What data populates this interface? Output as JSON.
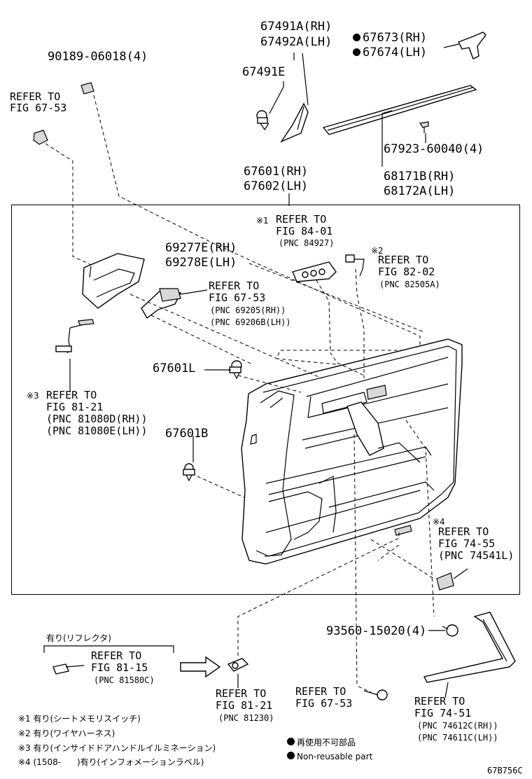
{
  "labels": {
    "p67491A": "67491A(RH)",
    "p67492A": "67492A(LH)",
    "p67491E": "67491E",
    "p67673": "67673(RH)",
    "p67674": "67674(LH)",
    "p90189": "90189-06018(4)",
    "ref6753_top_1": "REFER TO",
    "ref6753_top_2": "FIG 67-53",
    "p67923": "67923-60040(4)",
    "p68171B": "68171B(RH)",
    "p68172A": "68172A(LH)",
    "p67601": "67601(RH)",
    "p67602": "67602(LH)",
    "ref8401_mark": "※1",
    "ref8401_1": "REFER TO",
    "ref8401_2": "FIG 84-01",
    "ref8401_3": "(PNC 84927)",
    "ref8202_mark": "※2",
    "ref8202_1": "REFER TO",
    "ref8202_2": "FIG 82-02",
    "ref8202_3": "(PNC 82505A)",
    "p69277E": "69277E(RH)",
    "p69278E": "69278E(LH)",
    "ref6753_mid_1": "REFER TO",
    "ref6753_mid_2": "FIG 67-53",
    "ref6753_mid_3": "(PNC 69205(RH))",
    "ref6753_mid_4": "(PNC 69206B(LH))",
    "p67601L": "67601L",
    "ref8121_mark": "※3",
    "ref8121_1": "REFER TO",
    "ref8121_2": "FIG 81-21",
    "ref8121_3": "(PNC 81080D(RH))",
    "ref8121_4": "(PNC 81080E(LH))",
    "p67601B": "67601B",
    "ref7455_mark": "※4",
    "ref7455_1": "REFER TO",
    "ref7455_2": "FIG 74-55",
    "ref7455_3": "(PNC 74541L)",
    "p93560": "93560-15020(4)",
    "reflector_head": "有り(リフレクタ)",
    "ref8115_1": "REFER TO",
    "ref8115_2": "FIG 81-15",
    "ref8115_3": "(PNC 81580C)",
    "ref8121b_1": "REFER TO",
    "ref8121b_2": "FIG 81-21",
    "ref8121b_3": "(PNC 81230)",
    "ref6753_bot_1": "REFER TO",
    "ref6753_bot_2": "FIG 67-53",
    "ref7451_1": "REFER TO",
    "ref7451_2": "FIG 74-51",
    "ref7451_3": "(PNC 74612C(RH))",
    "ref7451_4": "(PNC 74611C(LH))"
  },
  "footnotes": [
    "※1 有り(シートメモリスイッチ)",
    "※2 有り(ワイヤハーネス)",
    "※3 有り(インサイドドアハンドルイルミネーション)",
    "※4 (1508-      )有り(インフォメーションラベル)"
  ],
  "legend": {
    "jp": "再使用不可部品",
    "en": "Non-reusable part"
  },
  "diagram_id": "67B756C"
}
